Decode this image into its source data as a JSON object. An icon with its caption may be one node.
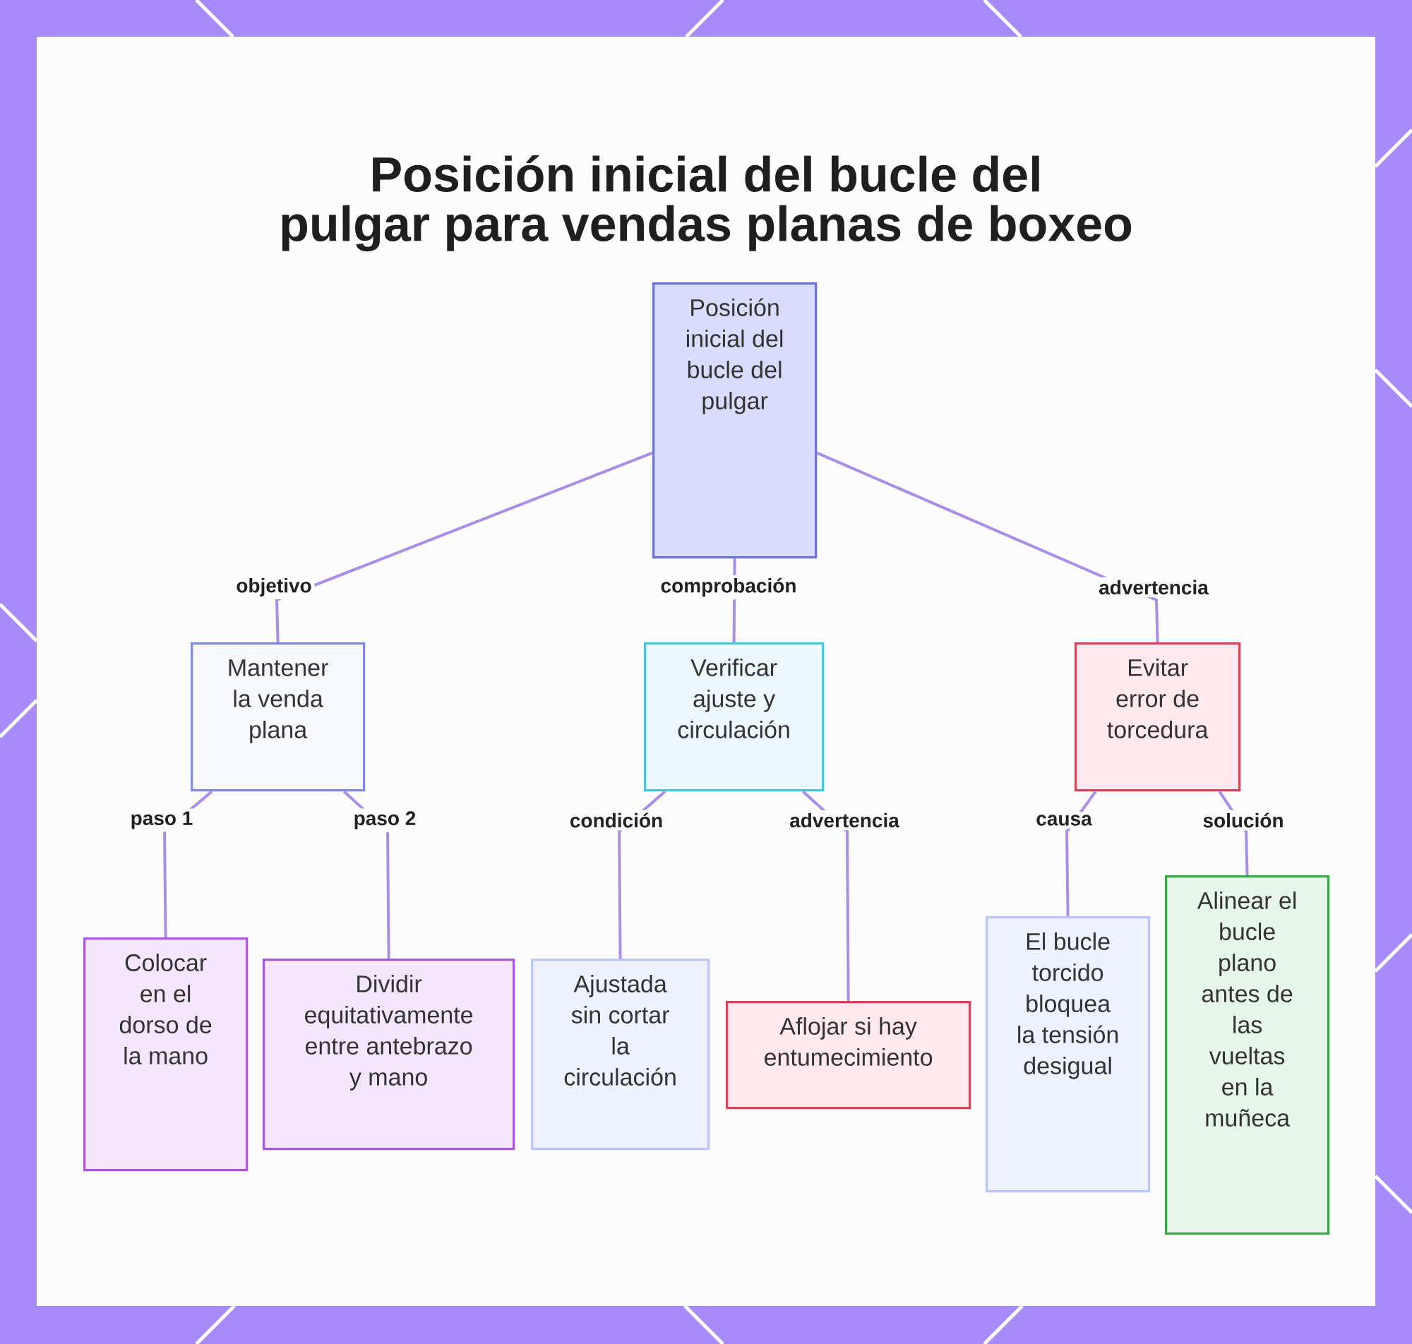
{
  "diagram": {
    "title": "Posición inicial del bucle del pulgar para vendas planas de boxeo",
    "nodes": [
      {
        "text": [
          "Posición inicial del bucle del pulgar"
        ]
      },
      {
        "text": [
          "Mantener la venda plana"
        ]
      },
      {
        "text": [
          "Verificar ajuste y circulación"
        ]
      },
      {
        "text": [
          "Evitar error de torcedura"
        ]
      },
      {
        "text": [
          "Colocar en el dorso de la mano"
        ]
      },
      {
        "text": [
          "Dividir equitativamente entre antebrazo y mano"
        ]
      },
      {
        "text": [
          "Ajustada sin cortar la circulación"
        ]
      },
      {
        "text": [
          "Aflojar si hay entumecimiento"
        ]
      },
      {
        "text": [
          "El bucle torcido bloquea la tensión desigual"
        ]
      },
      {
        "text": [
          "Alinear el bucle plano antes de las vueltas en la muñeca"
        ]
      }
    ],
    "edges": [
      {
        "from": 0,
        "to": 1,
        "arrow": "none",
        "label": "objetivo"
      },
      {
        "from": 0,
        "to": 2,
        "arrow": "none",
        "label": "comprobación"
      },
      {
        "from": 0,
        "to": 3,
        "arrow": "none",
        "label": "advertencia"
      },
      {
        "from": 1,
        "to": 4,
        "arrow": "none",
        "label": "paso 1"
      },
      {
        "from": 1,
        "to": 5,
        "arrow": "none",
        "label": "paso 2"
      },
      {
        "from": 2,
        "to": 6,
        "arrow": "none",
        "label": "condición"
      },
      {
        "from": 2,
        "to": 7,
        "arrow": "none",
        "label": "advertencia"
      },
      {
        "from": 3,
        "to": 8,
        "arrow": "none",
        "label": "causa"
      },
      {
        "from": 3,
        "to": 9,
        "arrow": "none",
        "label": "solución"
      }
    ]
  }
}
